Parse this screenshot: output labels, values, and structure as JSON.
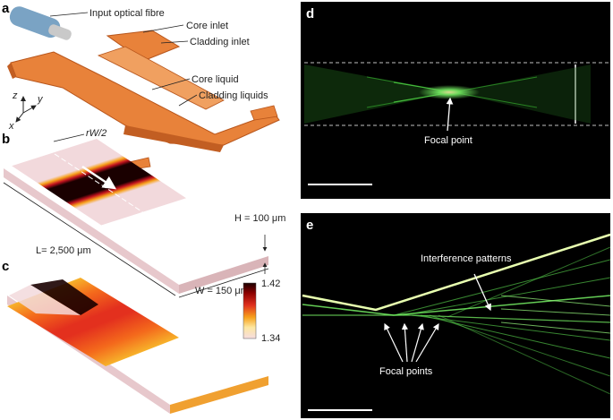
{
  "panels": {
    "a": {
      "letter": "a",
      "labels": {
        "fibre": "Input optical fibre",
        "core_inlet": "Core inlet",
        "cladding_inlet": "Cladding inlet",
        "core_liquid": "Core liquid",
        "cladding_liquids": "Cladding liquids"
      },
      "axes": {
        "z": "z",
        "y": "y",
        "x": "x"
      }
    },
    "b": {
      "letter": "b",
      "rw": "rW/2",
      "h": "H = 100 μm",
      "l": "L= 2,500 μm",
      "w": "W = 150 μm"
    },
    "c": {
      "letter": "c",
      "colorbar_max": "1.42",
      "colorbar_min": "1.34"
    },
    "d": {
      "letter": "d",
      "focal": "Focal point"
    },
    "e": {
      "letter": "e",
      "interference": "Interference patterns",
      "focal_points": "Focal points"
    }
  },
  "colors": {
    "channel_orange": "#e8823a",
    "fibre_blue": "#7aa3c4",
    "beam_green": "#7dff6a",
    "colorbar_top": "#1a0000",
    "colorbar_bottom": "#f6dde0"
  }
}
